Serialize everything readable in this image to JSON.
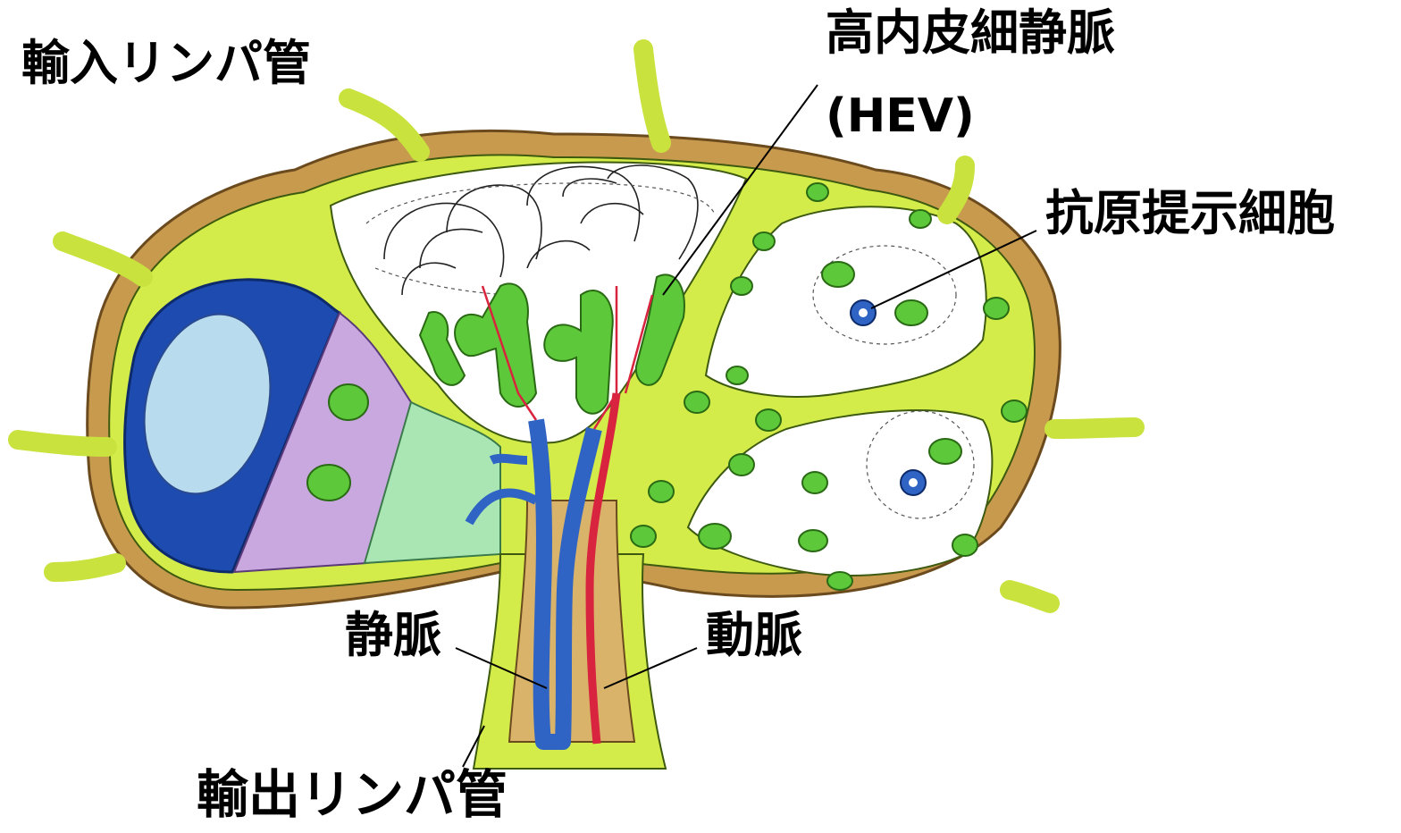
{
  "labels": {
    "afferent_lymph": "輸入リンパ管",
    "hev_line1": "高内皮細静脈",
    "hev_line2": "(HEV)",
    "apc": "抗原提示細胞",
    "vein": "静脈",
    "artery": "動脈",
    "efferent_lymph": "輸出リンパ管"
  },
  "colors": {
    "lymph_vessel": "#d4ec4a",
    "capsule": "#c89a4e",
    "vein": "#2f63c4",
    "artery": "#d8243e",
    "cell_green": "#5cc83a",
    "b_zone_dark": "#1e4bb0",
    "b_zone_light": "#b8dcee",
    "t_zone_purple": "#c9a8e0",
    "t_zone_green": "#a9e6b4"
  }
}
